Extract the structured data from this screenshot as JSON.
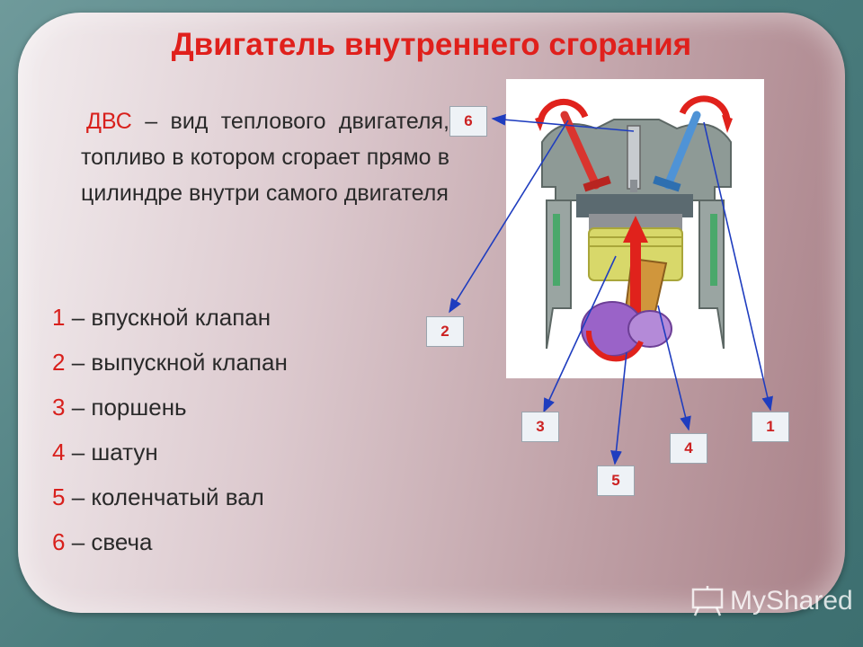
{
  "slide": {
    "title": "Двигатель внутреннего сгорания",
    "definition": {
      "term": "ДВС",
      "text": " – вид теплового двигателя, топливо в котором сгорает прямо в цилиндре внутри самого двигателя"
    },
    "legend": [
      {
        "num": "1",
        "text": " – впускной клапан"
      },
      {
        "num": "2",
        "text": " – выпускной клапан"
      },
      {
        "num": "3",
        "text": " – поршень"
      },
      {
        "num": "4",
        "text": " – шатун"
      },
      {
        "num": "5",
        "text": " – коленчатый вал"
      },
      {
        "num": "6",
        "text": " – свеча"
      }
    ]
  },
  "diagram": {
    "labels": [
      "6",
      "2",
      "3",
      "5",
      "4",
      "1"
    ],
    "colors": {
      "arrow": "#1f3dbf",
      "exhaust_valve": "#d9352f",
      "intake_valve": "#4f93d6",
      "piston": "#d8d86a",
      "crankshaft": "#9a63c8",
      "rotation_arrow": "#e0221c"
    }
  },
  "watermark": {
    "icon": "presentation-board-icon",
    "text": "MyShared"
  }
}
